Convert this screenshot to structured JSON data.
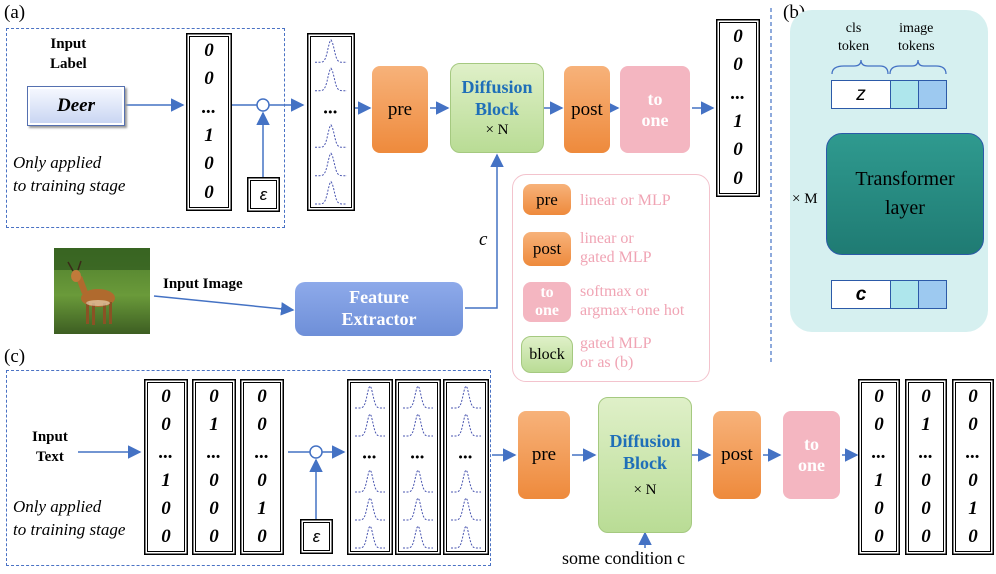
{
  "panels": {
    "a": "(a)",
    "b": "(b)",
    "c": "(c)"
  },
  "panel_a": {
    "input_label": "Input\nLabel",
    "deer": "Deer",
    "only_applied": "Only applied\nto training stage",
    "vector": [
      "0",
      "0",
      "...",
      "1",
      "0",
      "0"
    ],
    "epsilon": "ε",
    "dots": "...",
    "pre": "pre",
    "diffusion_block": "Diffusion\nBlock",
    "times_n": "× N",
    "post": "post",
    "to_one": "to\none",
    "output_vector": [
      "0",
      "0",
      "...",
      "1",
      "0",
      "0"
    ],
    "c_label": "c",
    "input_image": "Input Image",
    "feature_extractor": "Feature\nExtractor"
  },
  "legend": {
    "items": [
      {
        "key": "pre",
        "desc": "linear or MLP"
      },
      {
        "key": "post",
        "desc": "linear or\ngated MLP"
      },
      {
        "key": "to\none",
        "desc": "softmax or\nargmax+one hot"
      },
      {
        "key": "block",
        "desc": "gated MLP\nor as (b)"
      }
    ]
  },
  "panel_b": {
    "cls_token": "cls\ntoken",
    "image_tokens": "image\ntokens",
    "z": "z",
    "transformer": "Transformer\nlayer",
    "times_m": "× M",
    "c": "c"
  },
  "panel_c": {
    "input_text": "Input\nText",
    "only_applied": "Only applied\nto training stage",
    "vectors": [
      [
        "0",
        "0",
        "...",
        "1",
        "0",
        "0"
      ],
      [
        "0",
        "1",
        "...",
        "0",
        "0",
        "0"
      ],
      [
        "0",
        "0",
        "...",
        "0",
        "1",
        "0"
      ]
    ],
    "epsilon": "ε",
    "dots": "...",
    "pre": "pre",
    "diffusion_block": "Diffusion\nBlock",
    "times_n": "× N",
    "post": "post",
    "to_one": "to\none",
    "output_vectors": [
      [
        "0",
        "0",
        "...",
        "1",
        "0",
        "0"
      ],
      [
        "0",
        "1",
        "...",
        "0",
        "0",
        "0"
      ],
      [
        "0",
        "0",
        "...",
        "0",
        "1",
        "0"
      ]
    ],
    "condition": "some condition c"
  },
  "colors": {
    "arrow": "#4472c4",
    "orange": "#ee8a3c",
    "pink": "#f4b6c1",
    "green": "#c6e3a7",
    "teal": "#2a8a82",
    "light_teal_bg": "#d6f0f0",
    "feature_blue": "#7b9be0",
    "dark_blue_text": "#1f6fb8"
  }
}
